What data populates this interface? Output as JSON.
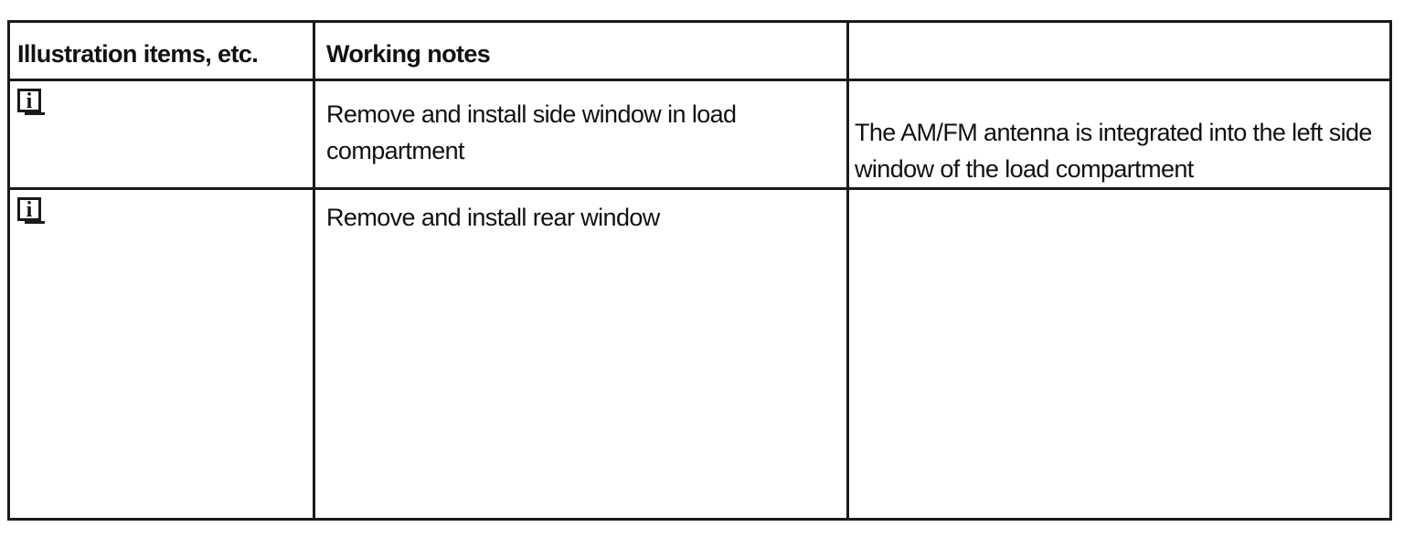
{
  "table": {
    "headers": {
      "illustration": "Illustration items, etc.",
      "working_notes": "Working notes",
      "remarks": ""
    },
    "rows": [
      {
        "icon": "info-icon",
        "icon_glyph": "i",
        "working_note": "Remove and install side window in load compartment",
        "remark": "The AM/FM antenna is integrated into the left side window of the load compartment"
      },
      {
        "icon": "info-icon",
        "icon_glyph": "i",
        "working_note": "Remove and install rear window",
        "remark": ""
      }
    ]
  }
}
